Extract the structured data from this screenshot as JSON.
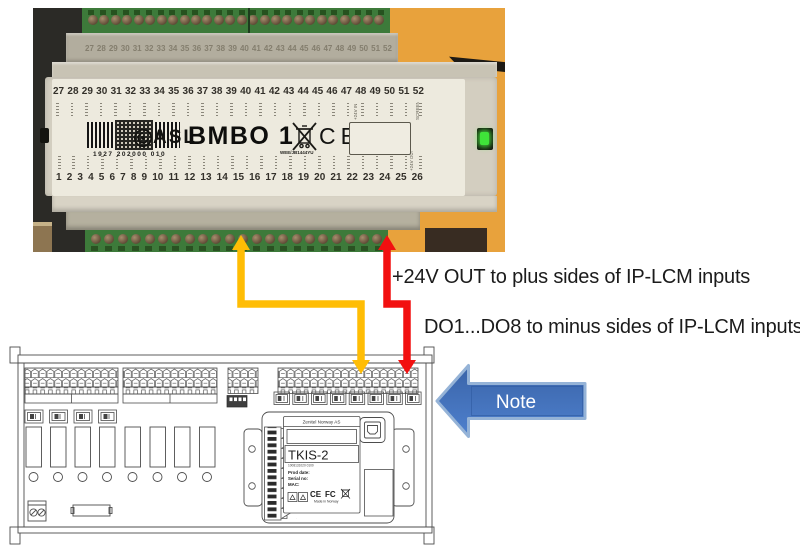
{
  "annotations": {
    "plus_line": "+24V OUT to plus sides of IP-LCM inputs",
    "minus_line": "DO1...DO8 to minus sides of IP-LCM inputs",
    "note": "Note"
  },
  "photo": {
    "brand": "ASL",
    "model": "BMBO 1",
    "serial_text": "1927 202000 010",
    "weee_text": "WEE/JB1444YU",
    "ce_mark": "CE",
    "top_terminals": [
      "27",
      "28",
      "29",
      "30",
      "31",
      "32",
      "33",
      "34",
      "35",
      "36",
      "37",
      "38",
      "39",
      "40",
      "41",
      "42",
      "43",
      "44",
      "45",
      "46",
      "47",
      "48",
      "49",
      "50",
      "51",
      "52"
    ],
    "bottom_terminals": [
      "1",
      "2",
      "3",
      "4",
      "5",
      "6",
      "7",
      "8",
      "9",
      "10",
      "11",
      "12",
      "13",
      "14",
      "15",
      "16",
      "17",
      "18",
      "19",
      "20",
      "21",
      "22",
      "23",
      "24",
      "25",
      "26"
    ],
    "micro_labels": {
      "t48": "+24V IN",
      "t52": "SCREEN",
      "b26": "+24V OUT"
    }
  },
  "tkis": {
    "maker": "Zenitel Norway AS",
    "model": "TKIS-2",
    "part_no": "1008131020 0100",
    "field_prod": "Prod date:",
    "field_serial": "Serial no:",
    "field_mac": "MAC:",
    "ce": "CE",
    "fcc": "FC",
    "made_in": "Made in Norway"
  },
  "colors": {
    "wire_plus": "#FFBD05",
    "wire_minus": "#F21010",
    "note_fill": "#4472C4",
    "note_border": "#95B3D7",
    "photo_background": "#E8A23C"
  }
}
